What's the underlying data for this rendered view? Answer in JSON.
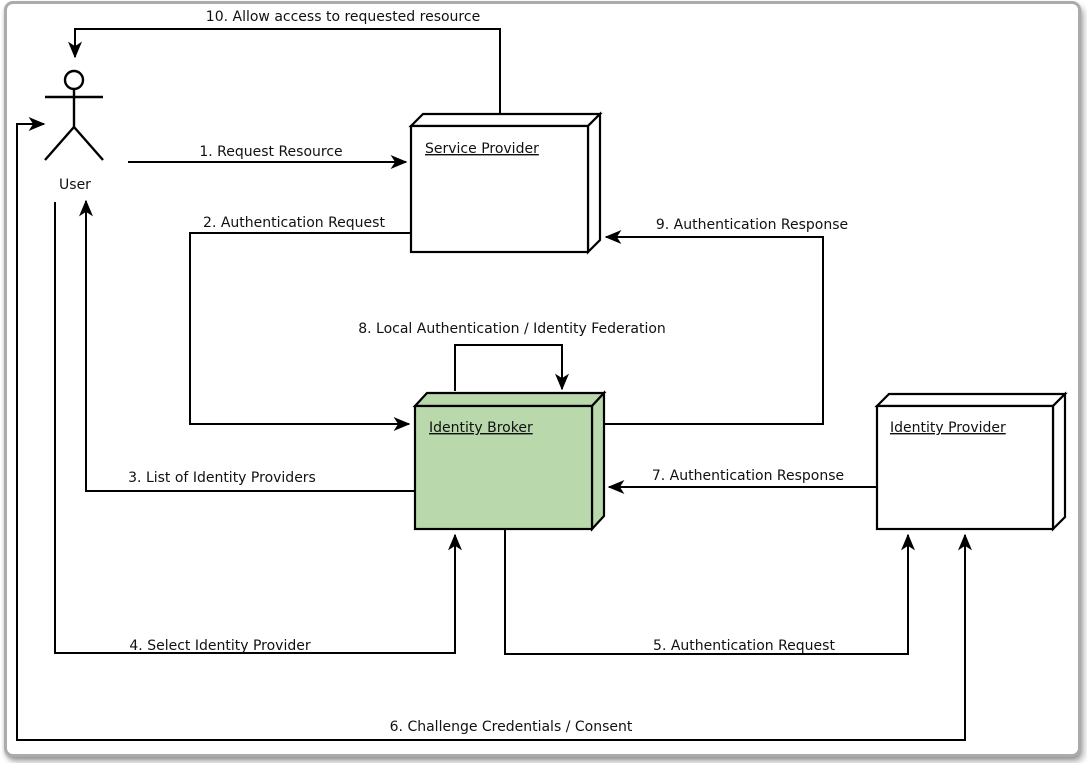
{
  "nodes": {
    "user": {
      "label": "User"
    },
    "service_provider": {
      "title": "Service Provider"
    },
    "identity_broker": {
      "title": "Identity Broker"
    },
    "identity_provider": {
      "title": "Identity Provider"
    }
  },
  "flows": [
    {
      "label": "1. Request Resource",
      "from": "user",
      "to": "service_provider"
    },
    {
      "label": "2. Authentication Request",
      "from": "service_provider",
      "to": "identity_broker"
    },
    {
      "label": "3. List of Identity Providers",
      "from": "identity_broker",
      "to": "user"
    },
    {
      "label": "4. Select Identity Provider",
      "from": "user",
      "to": "identity_broker"
    },
    {
      "label": "5. Authentication Request",
      "from": "identity_broker",
      "to": "identity_provider"
    },
    {
      "label": "6. Challenge Credentials / Consent",
      "from": "identity_provider",
      "to": "user",
      "bidirectional": true
    },
    {
      "label": "7. Authentication Response",
      "from": "identity_provider",
      "to": "identity_broker"
    },
    {
      "label": "8. Local Authentication / Identity Federation",
      "from": "identity_broker",
      "to": "identity_broker"
    },
    {
      "label": "9. Authentication Response",
      "from": "identity_broker",
      "to": "service_provider"
    },
    {
      "label": "10. Allow access to requested resource",
      "from": "service_provider",
      "to": "user"
    }
  ],
  "colors": {
    "line": "#000000",
    "node_fill": "#ffffff",
    "broker_fill": "#b9d9ac",
    "background": "#ffffff"
  }
}
